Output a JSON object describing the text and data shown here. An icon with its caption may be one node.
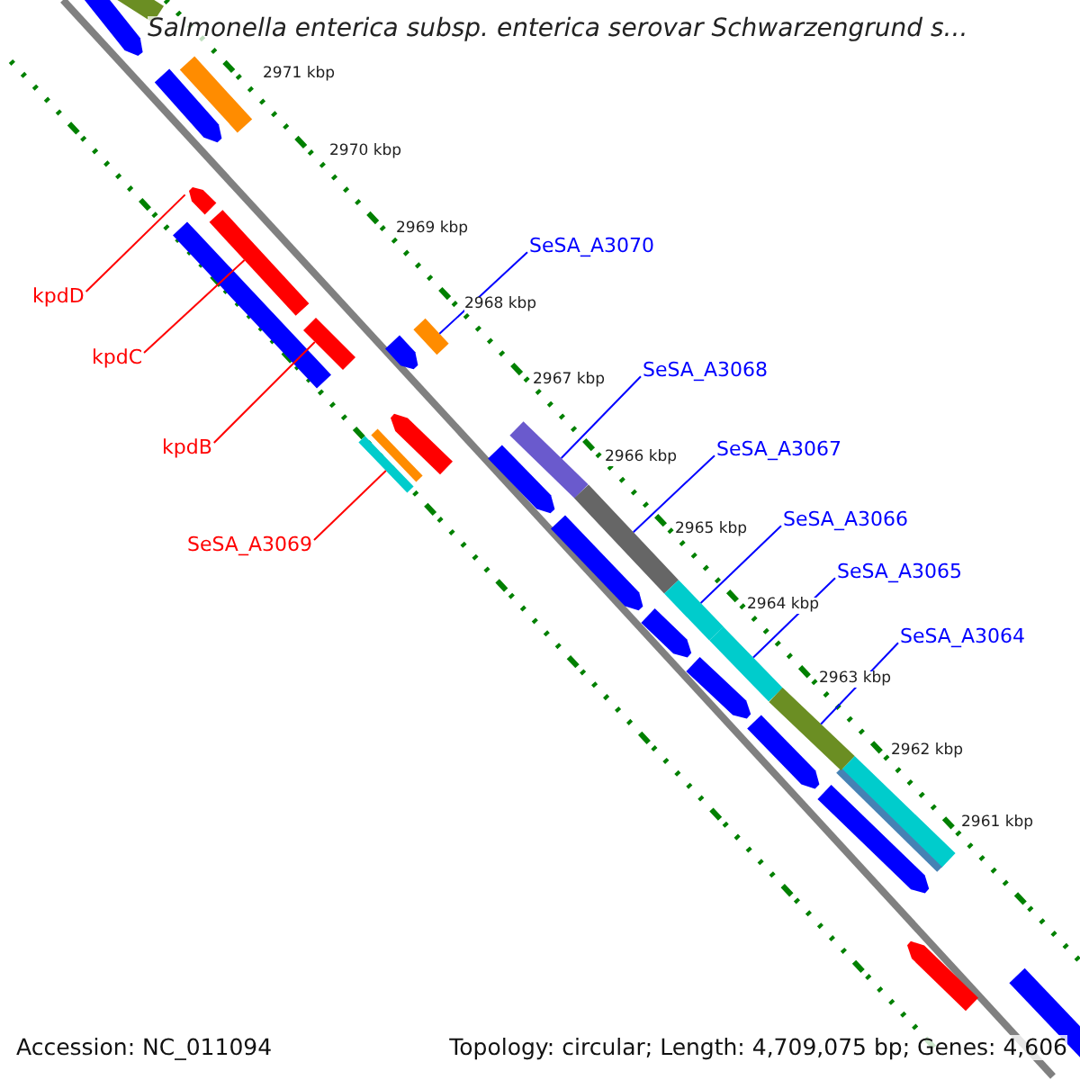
{
  "diagram": {
    "title": "Salmonella enterica subsp. enterica serovar Schwarzengrund s...",
    "nodes": [
      {
        "text": [
          "SeSA_A3070"
        ]
      },
      {
        "text": [
          "kpdD"
        ]
      },
      {
        "text": [
          "kpdC"
        ]
      },
      {
        "text": [
          "SeSA_A3068"
        ]
      },
      {
        "text": [
          "kpdB"
        ]
      },
      {
        "text": [
          "SeSA_A3067"
        ]
      },
      {
        "text": [
          "SeSA_A3069"
        ]
      },
      {
        "text": [
          "SeSA_A3066"
        ]
      },
      {
        "text": [
          "SeSA_A3065"
        ]
      },
      {
        "text": [
          "SeSA_A3064"
        ]
      },
      {
        "text": [],
        "shape": "bar"
      },
      {
        "text": [],
        "shape": "bar"
      },
      {
        "text": [],
        "shape": "bar"
      },
      {
        "text": [],
        "shape": "bar"
      },
      {
        "text": [],
        "shape": "bar"
      },
      {
        "text": [],
        "shape": "bar"
      },
      {
        "text": [],
        "shape": "bar"
      },
      {
        "text": [],
        "shape": "bar"
      },
      {
        "text": [],
        "shape": "bar"
      },
      {
        "text": [],
        "shape": "bar"
      }
    ],
    "edges": [
      {
        "from": 0,
        "to": 12,
        "arrow": "none"
      },
      {
        "from": 1,
        "to": 10,
        "arrow": "none",
        "color": "#ff0000"
      },
      {
        "from": 2,
        "to": 11,
        "arrow": "none",
        "color": "#ff0000"
      },
      {
        "from": 3,
        "to": 14,
        "arrow": "none"
      },
      {
        "from": 4,
        "to": 13,
        "arrow": "none",
        "color": "#ff0000"
      },
      {
        "from": 5,
        "to": 16,
        "arrow": "none"
      },
      {
        "from": 6,
        "to": 15,
        "arrow": "none",
        "color": "#ff0000"
      },
      {
        "from": 7,
        "to": 17,
        "arrow": "none"
      },
      {
        "from": 8,
        "to": 18,
        "arrow": "none"
      },
      {
        "from": 9,
        "to": 19,
        "arrow": "none"
      }
    ],
    "labels": [
      "2971 kbp",
      "2970 kbp",
      "2969 kbp",
      "2968 kbp",
      "2967 kbp",
      "2966 kbp",
      "2965 kbp",
      "2964 kbp",
      "2963 kbp",
      "2962 kbp",
      "2961 kbp",
      "Accession: NC_011094",
      "Topology: circular; Length: 4,709,075 bp; Genes: 4,606"
    ]
  }
}
